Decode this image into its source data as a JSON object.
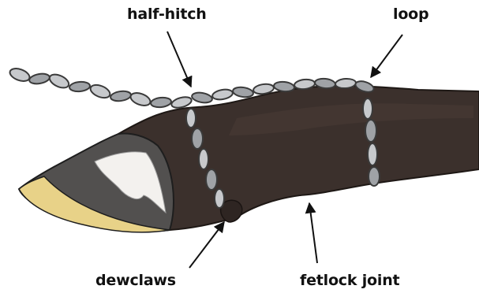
{
  "labels": {
    "half_hitch": "half-hitch",
    "loop": "loop",
    "dewclaws": "dewclaws",
    "fetlock_joint": "fetlock joint"
  },
  "colors": {
    "leg_fill": "#3b302c",
    "leg_highlight": "#5a4a43",
    "hoof_wall": "#52504f",
    "hoof_light": "#f3f1ee",
    "hoof_sole": "#e8d288",
    "chain_fill": "#c7c9cc",
    "chain_stroke": "#3a3a3a",
    "arrow": "#111111"
  },
  "icons": {
    "leg": "horse-leg-illustration",
    "chain": "chain-links-illustration",
    "arrows": "pointer-arrows"
  }
}
